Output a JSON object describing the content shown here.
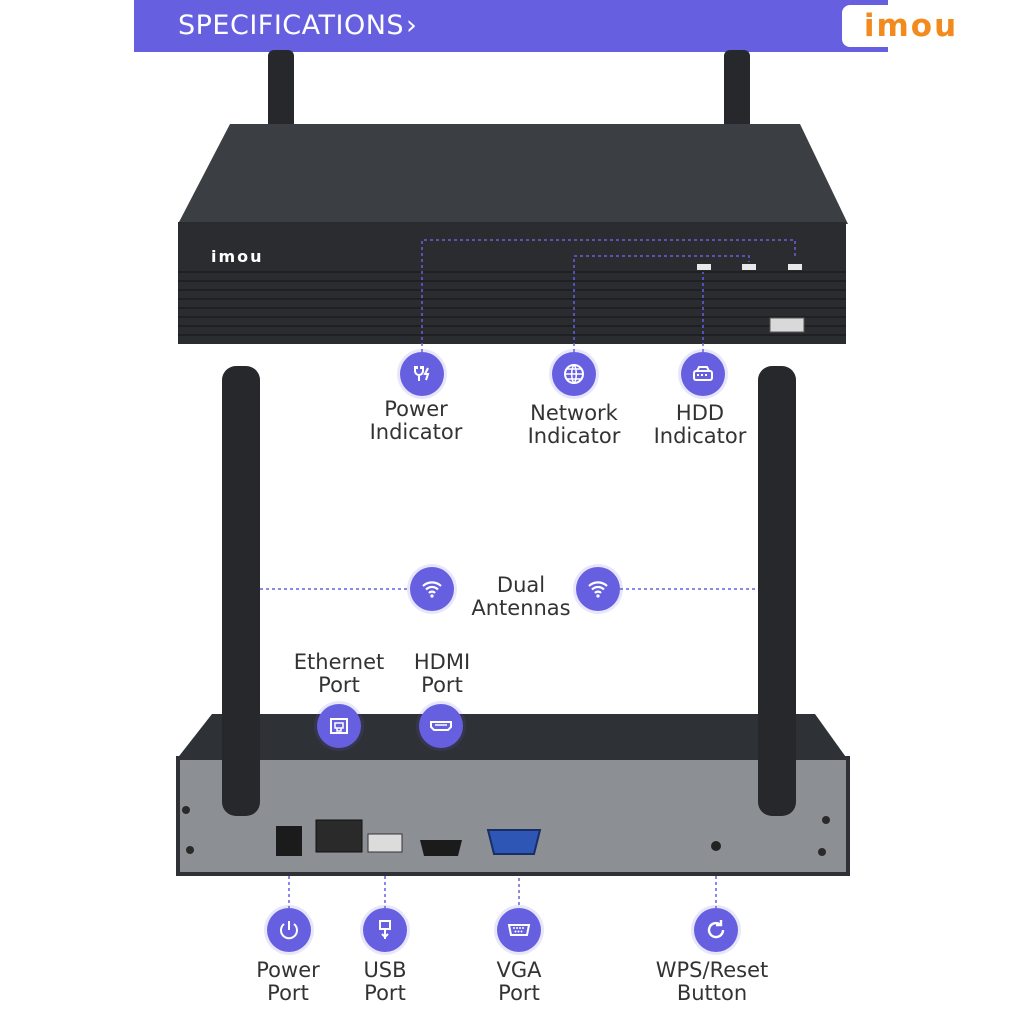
{
  "header": {
    "title": "SPECIFICATIONS",
    "chevron": "›",
    "brand_logo": "imou"
  },
  "device_logo": "imou",
  "colors": {
    "accent": "#6660e0",
    "brand_orange": "#f28a1e",
    "device_body": "#2e3136",
    "rear_panel": "#8c8f94"
  },
  "front_labels": [
    {
      "name": "power-indicator",
      "line1": "Power",
      "line2": "Indicator",
      "icon": "plug-bolt-icon"
    },
    {
      "name": "network-indicator",
      "line1": "Network",
      "line2": "Indicator",
      "icon": "globe-icon"
    },
    {
      "name": "hdd-indicator",
      "line1": "HDD",
      "line2": "Indicator",
      "icon": "hdd-icon"
    }
  ],
  "antennas": {
    "line1": "Dual",
    "line2": "Antennas",
    "icon": "wifi-icon"
  },
  "top_ports": [
    {
      "name": "ethernet-port",
      "line1": "Ethernet",
      "line2": "Port",
      "icon": "ethernet-icon"
    },
    {
      "name": "hdmi-port",
      "line1": "HDMI",
      "line2": "Port",
      "icon": "hdmi-icon"
    }
  ],
  "bottom_ports": [
    {
      "name": "power-port",
      "line1": "Power",
      "line2": "Port",
      "icon": "power-icon"
    },
    {
      "name": "usb-port",
      "line1": "USB",
      "line2": "Port",
      "icon": "usb-icon"
    },
    {
      "name": "vga-port",
      "line1": "VGA",
      "line2": "Port",
      "icon": "vga-icon"
    },
    {
      "name": "wps-reset-button",
      "line1": "WPS/Reset",
      "line2": "Button",
      "icon": "refresh-icon"
    }
  ]
}
